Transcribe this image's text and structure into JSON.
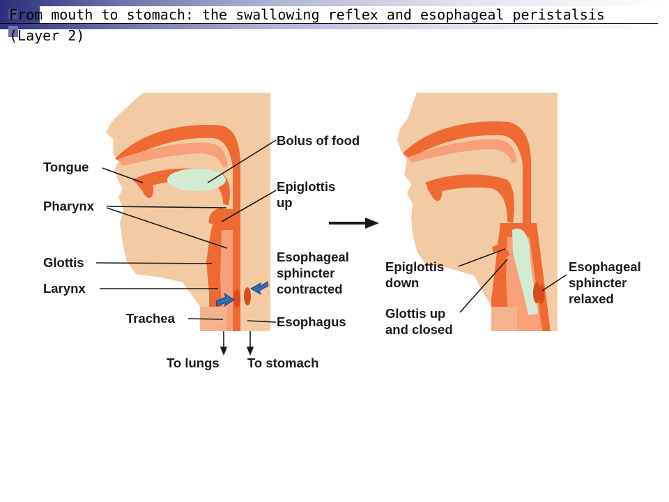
{
  "title": "From mouth to stomach: the swallowing reflex and esophageal peristalsis (Layer 2)",
  "colors": {
    "skin": "#f2cba5",
    "tissue": "#ef6a33",
    "tissue_light": "#f7a07a",
    "bolus": "#d2ecd4",
    "arrow_blue": "#2d6fb8"
  },
  "labels": {
    "bolus_of_food": "Bolus of food",
    "tongue": "Tongue",
    "epiglottis": "Epiglottis",
    "up": "up",
    "pharynx": "Pharynx",
    "glottis": "Glottis",
    "esophageal": "Esophageal",
    "sphincter": "sphincter",
    "contracted": "contracted",
    "larynx": "Larynx",
    "trachea": "Trachea",
    "esophagus": "Esophagus",
    "to_lungs": "To lungs",
    "to_stomach": "To stomach",
    "epiglottis_2": "Epiglottis",
    "down": "down",
    "glottis_up": "Glottis up",
    "and_closed": "and closed",
    "esophageal_2": "Esophageal",
    "sphincter_2": "sphincter",
    "relaxed": "relaxed"
  }
}
